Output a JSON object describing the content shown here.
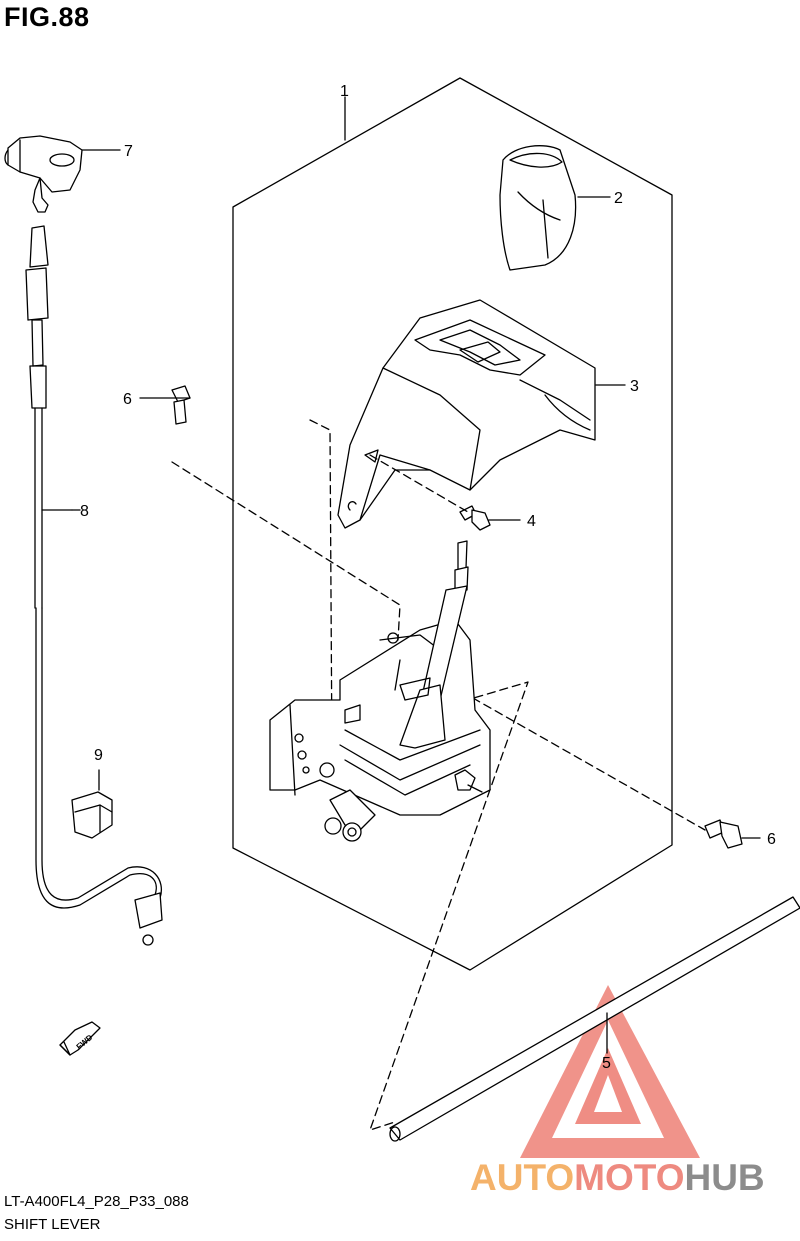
{
  "figure": {
    "title": "FIG.88",
    "code": "LT-A400FL4_P28_P33_088",
    "caption": "SHIFT LEVER"
  },
  "callouts": [
    {
      "number": "1"
    },
    {
      "number": "2"
    },
    {
      "number": "3"
    },
    {
      "number": "4"
    },
    {
      "number": "5"
    },
    {
      "number": "6"
    },
    {
      "number": "6"
    },
    {
      "number": "7"
    },
    {
      "number": "8"
    },
    {
      "number": "9"
    }
  ],
  "fwd_badge": "FWD",
  "watermark": {
    "part1": "AUTO",
    "part2": "MOTO",
    "part3": "HUB",
    "color_orange": "#f4b26a",
    "color_red": "#ee8a80",
    "color_grey": "#8c8c8c"
  },
  "colors": {
    "line": "#000000",
    "background": "#ffffff"
  }
}
